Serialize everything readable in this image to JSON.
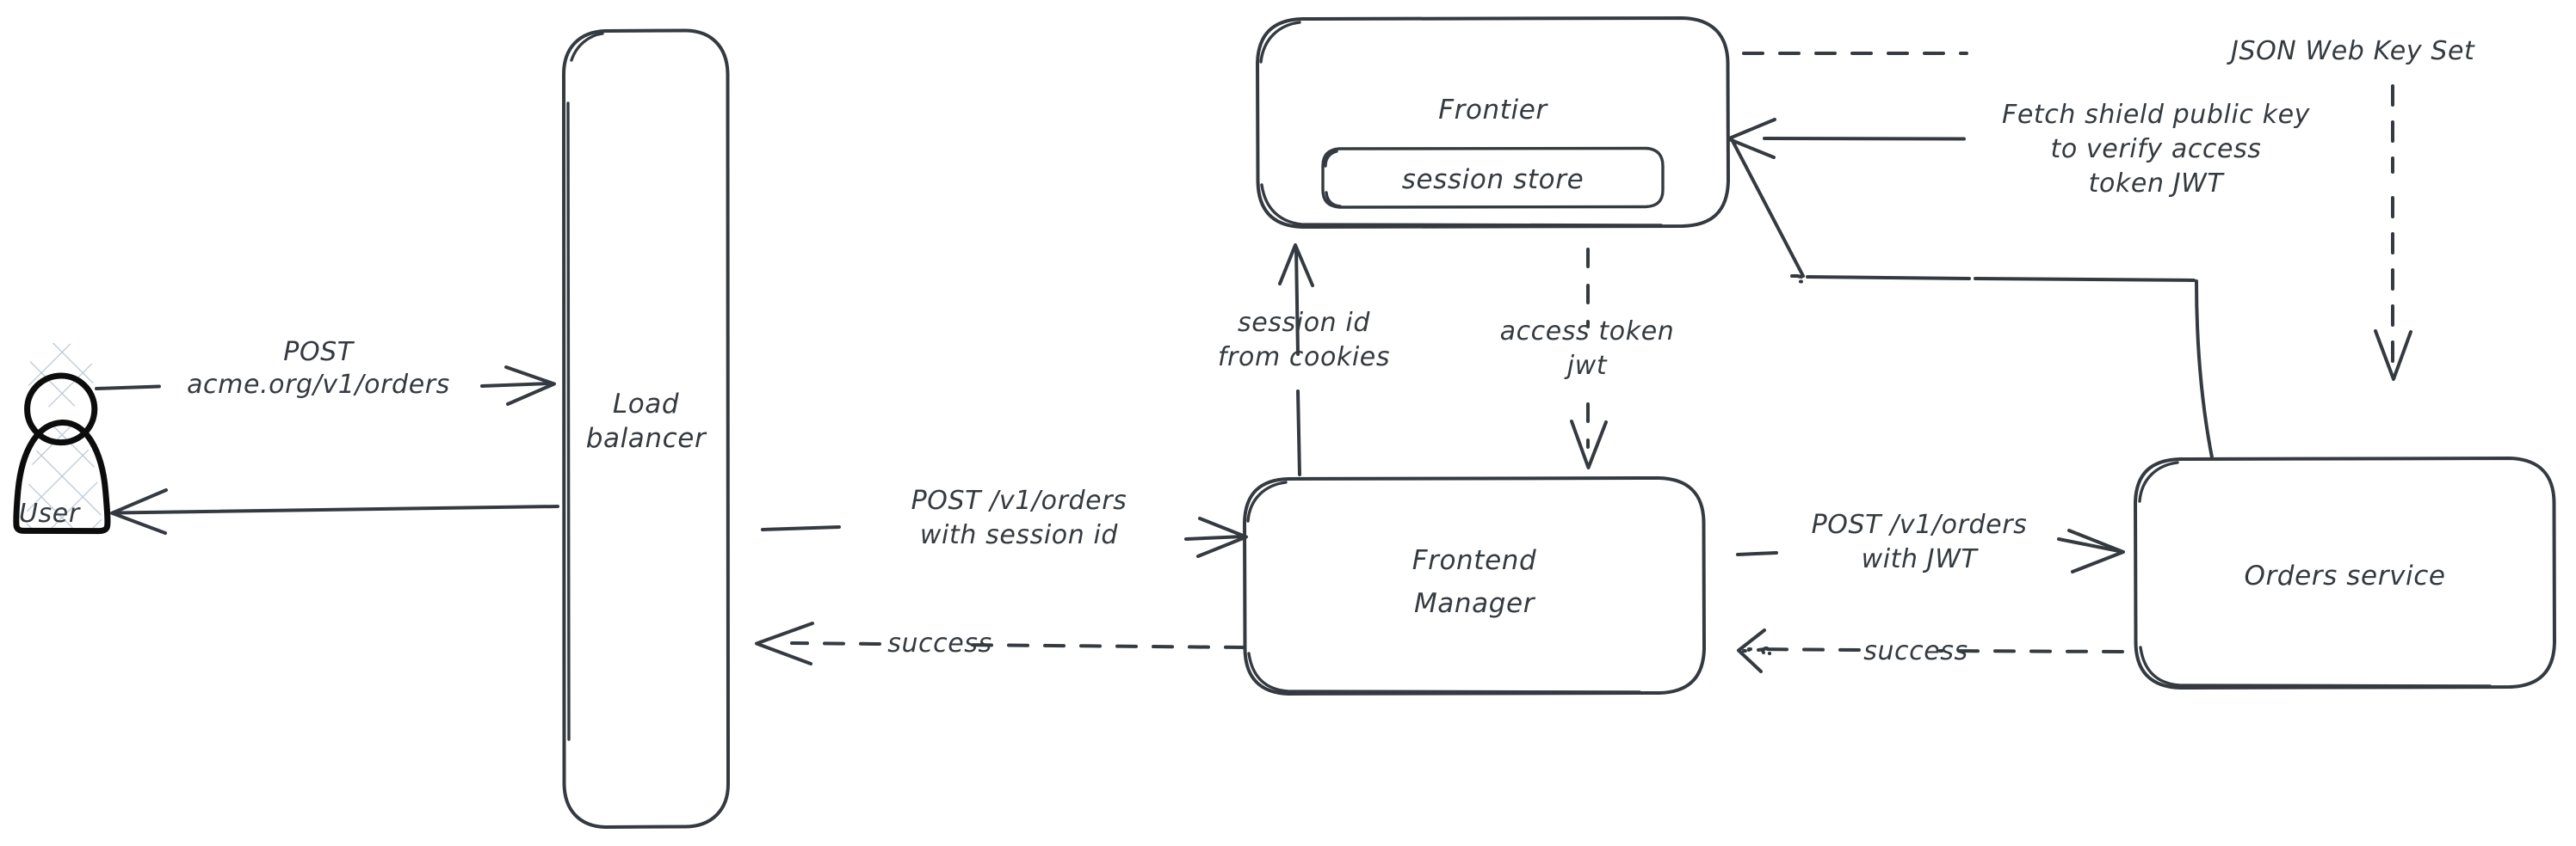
{
  "diagram": {
    "title": "Order request authentication flow",
    "background": "#ffffff",
    "stroke_color": "#343a40",
    "actor_stroke_color": "#0c0c0c",
    "hatch_color": "#b9c6d4",
    "nodes": {
      "user": {
        "label": "User",
        "shape": "actor",
        "fill": "cross-hatch"
      },
      "load_balancer": {
        "label": "Load\nbalancer",
        "shape": "rounded-rect"
      },
      "frontier": {
        "label": "Frontier",
        "shape": "rounded-rect"
      },
      "session_store": {
        "label": "session store",
        "shape": "rounded-rect"
      },
      "frontend_manager": {
        "label": "Frontend\nManager",
        "shape": "rounded-rect"
      },
      "orders_service": {
        "label": "Orders service",
        "shape": "rounded-rect"
      }
    },
    "edges": [
      {
        "id": "user-to-lb",
        "label": "POST\nacme.org/v1/orders",
        "style": "solid",
        "direction": "right",
        "from": "user",
        "to": "load_balancer"
      },
      {
        "id": "lb-to-user",
        "label": "",
        "style": "solid",
        "direction": "left",
        "from": "load_balancer",
        "to": "user"
      },
      {
        "id": "lb-to-fm",
        "label": "POST /v1/orders\nwith session id",
        "style": "solid",
        "direction": "right",
        "from": "load_balancer",
        "to": "frontend_manager"
      },
      {
        "id": "fm-to-lb",
        "label": "success",
        "style": "dashed",
        "direction": "left",
        "from": "frontend_manager",
        "to": "load_balancer"
      },
      {
        "id": "fm-to-frontier",
        "label": "session id\nfrom cookies",
        "style": "solid",
        "direction": "up",
        "from": "frontend_manager",
        "to": "frontier"
      },
      {
        "id": "frontier-to-fm",
        "label": "access token\njwt",
        "style": "dashed",
        "direction": "down",
        "from": "frontier",
        "to": "frontend_manager"
      },
      {
        "id": "fm-to-orders",
        "label": "POST /v1/orders\nwith JWT",
        "style": "solid",
        "direction": "right",
        "from": "frontend_manager",
        "to": "orders_service"
      },
      {
        "id": "orders-to-fm",
        "label": "success",
        "style": "dashed",
        "direction": "left",
        "from": "orders_service",
        "to": "frontend_manager"
      },
      {
        "id": "orders-to-frontier",
        "label": "Fetch shield public key\nto verify access\ntoken JWT",
        "style": "solid",
        "direction": "left",
        "from": "orders_service",
        "to": "frontier"
      },
      {
        "id": "frontier-to-orders",
        "label": "JSON Web Key Set",
        "style": "dashed",
        "direction": "down",
        "from": "frontier",
        "to": "orders_service"
      }
    ],
    "labels": {
      "post_acme_line1": "POST",
      "post_acme_line2": "acme.org/v1/orders",
      "user_caption": "User",
      "load_balancer_line1": "Load",
      "load_balancer_line2": "balancer",
      "frontier_title": "Frontier",
      "session_store": "session store",
      "session_id_line1": "session id",
      "session_id_line2": "from cookies",
      "access_token_line1": "access token",
      "access_token_line2": "jwt",
      "fm_line1": "Frontend",
      "fm_line2": "Manager",
      "post_orders_session_line1": "POST /v1/orders",
      "post_orders_session_line2": "with session id",
      "success_left": "success",
      "post_orders_jwt_line1": "POST /v1/orders",
      "post_orders_jwt_line2": "with JWT",
      "success_right": "success",
      "orders_service": "Orders service",
      "jwks": "JSON Web Key Set",
      "fetch_key_line1": "Fetch shield public key",
      "fetch_key_line2": "to verify access",
      "fetch_key_line3": "token JWT"
    }
  }
}
